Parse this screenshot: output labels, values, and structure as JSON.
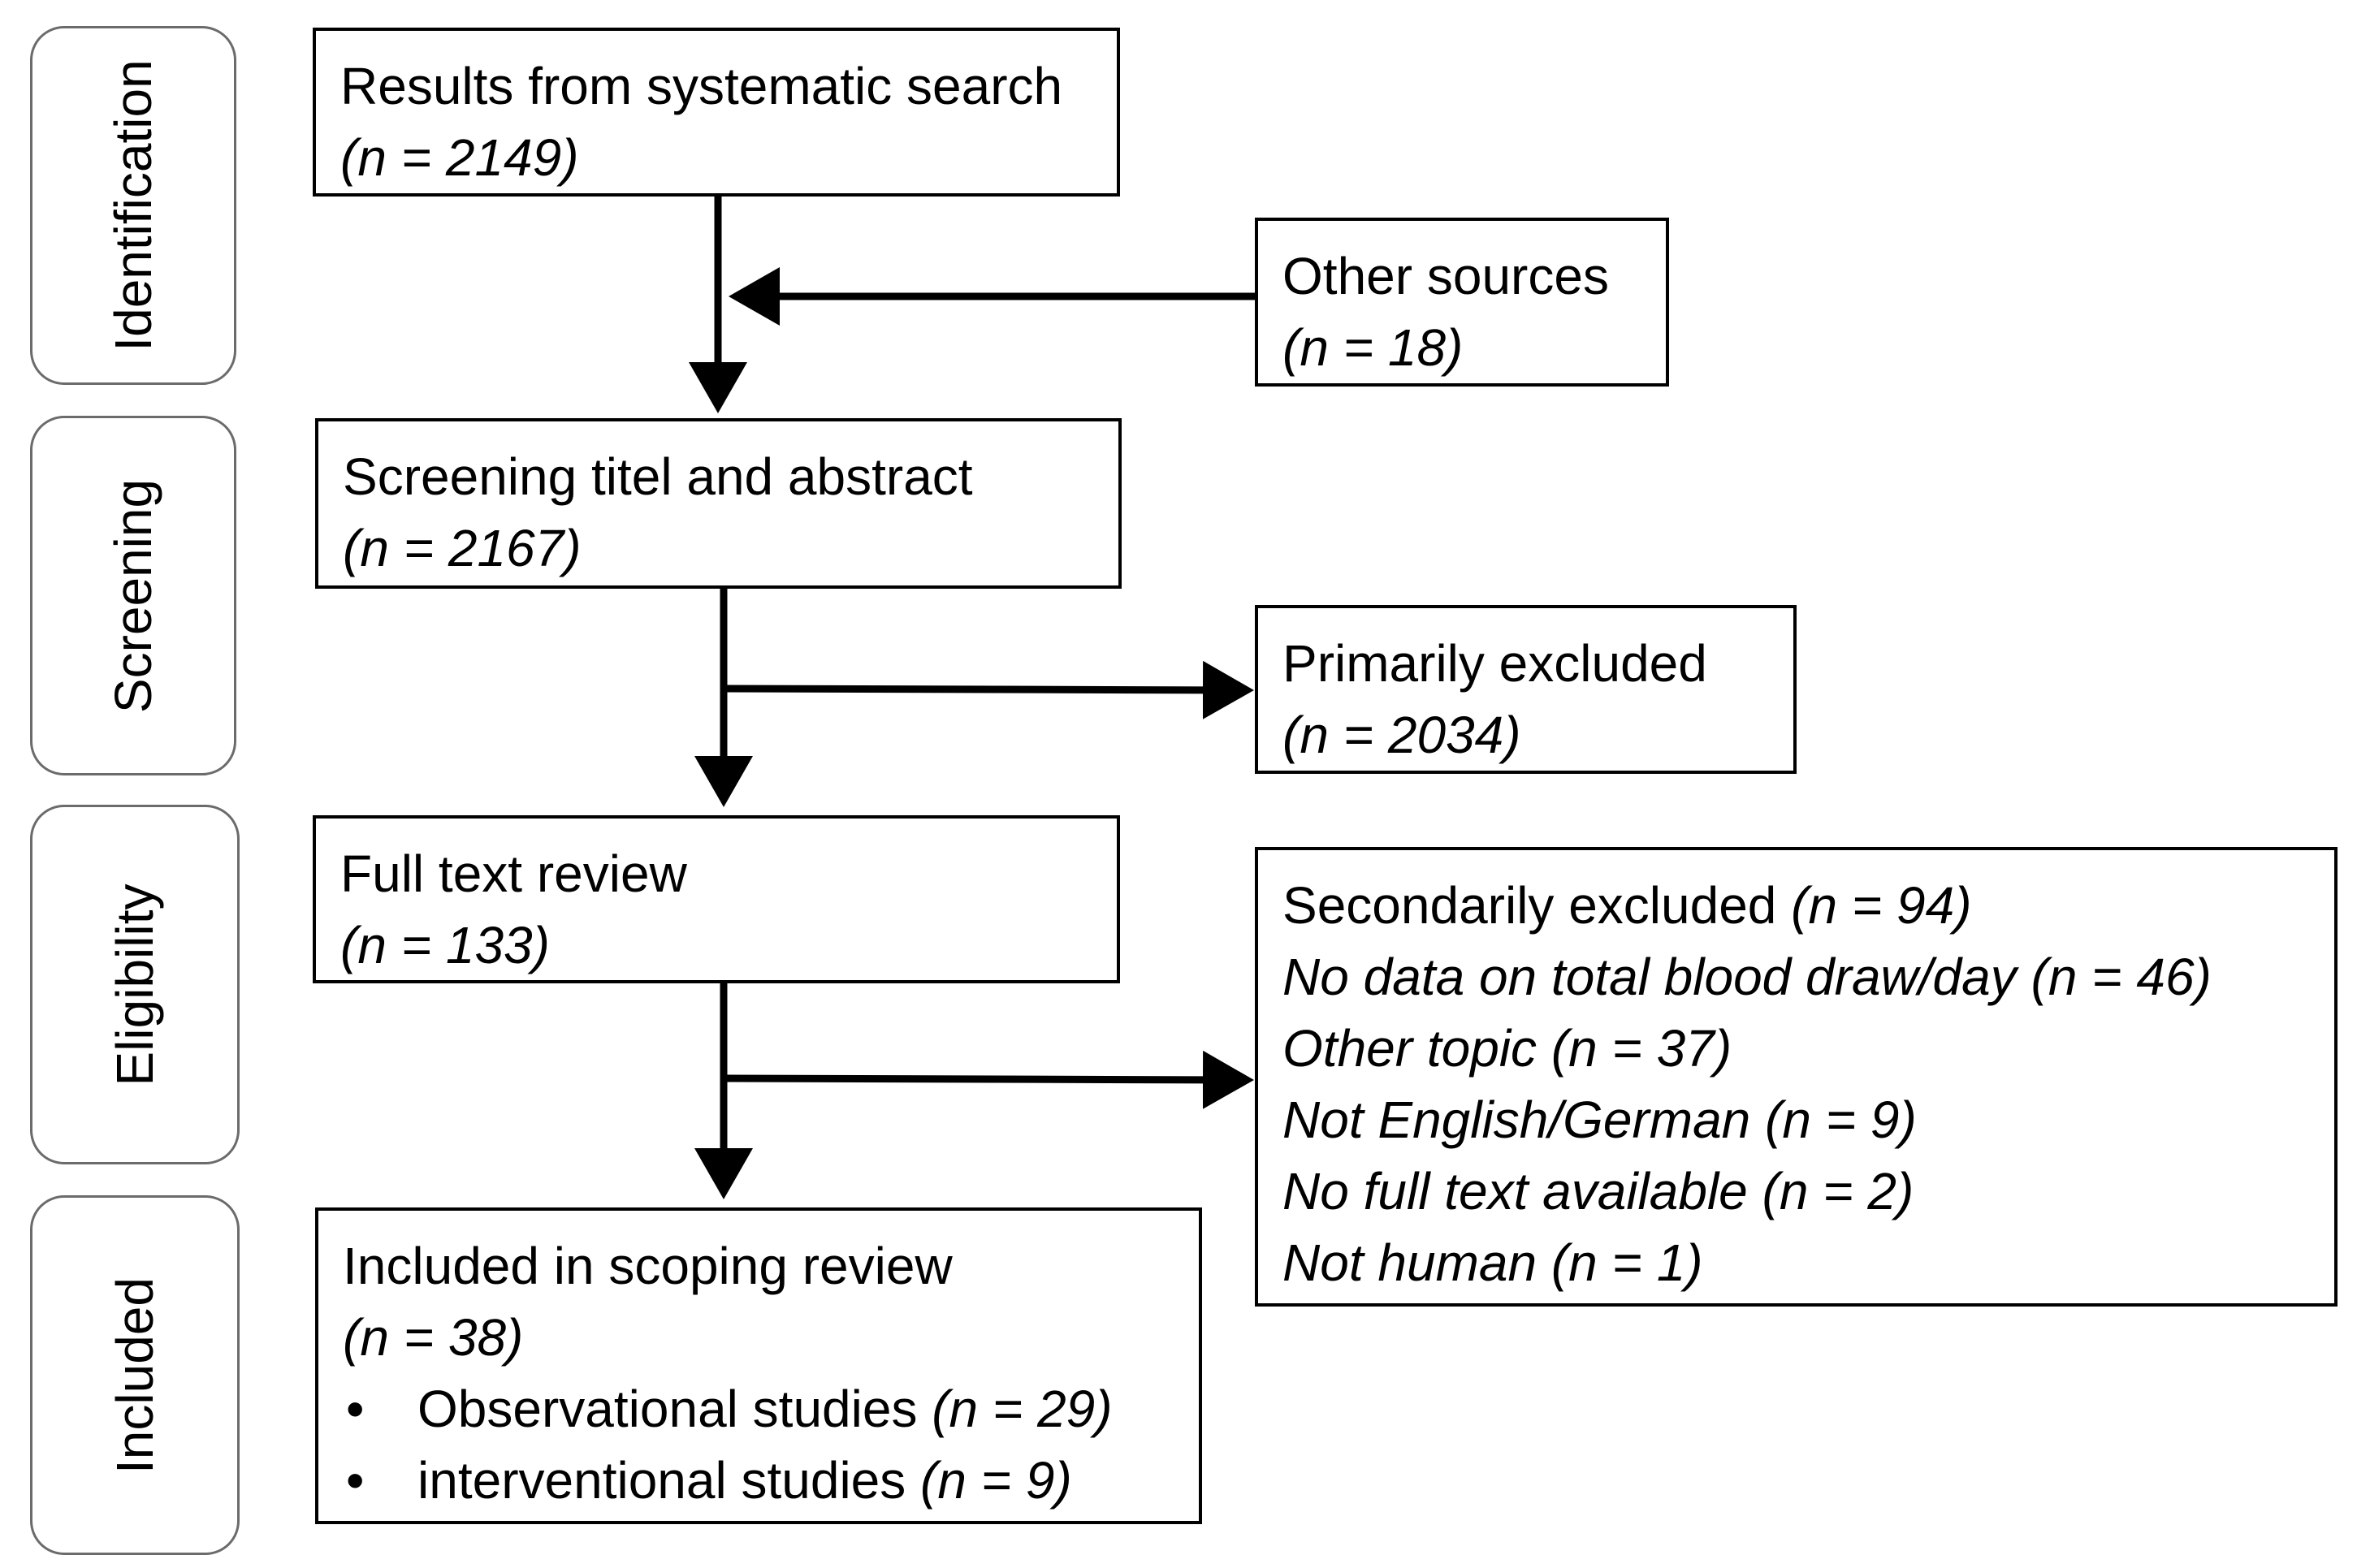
{
  "phases": {
    "identification": "Identification",
    "screening": "Screening",
    "eligibility": "Eligibility",
    "included": "Included"
  },
  "boxes": {
    "systematic_search": {
      "title": "Results from systematic search",
      "count": "(n = 2149)"
    },
    "other_sources": {
      "title": "Other sources",
      "count": "(n = 18)"
    },
    "screening": {
      "title": "Screening titel and abstract",
      "count": "(n = 2167)"
    },
    "primarily_excluded": {
      "title": "Primarily excluded",
      "count": "(n = 2034)"
    },
    "full_text": {
      "title": "Full text review",
      "count": "(n = 133)"
    },
    "secondarily_excluded": {
      "title": "Secondarily excluded ",
      "count": "(n =  94)",
      "reasons": [
        "No data on total blood draw/day (n = 46)",
        "Other topic (n = 37)",
        "Not English/German (n = 9)",
        "No full text available (n = 2)",
        "Not human (n = 1)"
      ]
    },
    "included": {
      "title": "Included in scoping review",
      "count": "(n = 38)",
      "bullet": "•",
      "items": [
        {
          "label": "Observational studies ",
          "count": "(n = 29)"
        },
        {
          "label": "interventional studies ",
          "count": "(n = 9)"
        }
      ]
    }
  },
  "colors": {
    "phase_border": "#6b6b6b",
    "box_border": "#000000",
    "arrow": "#000000"
  }
}
